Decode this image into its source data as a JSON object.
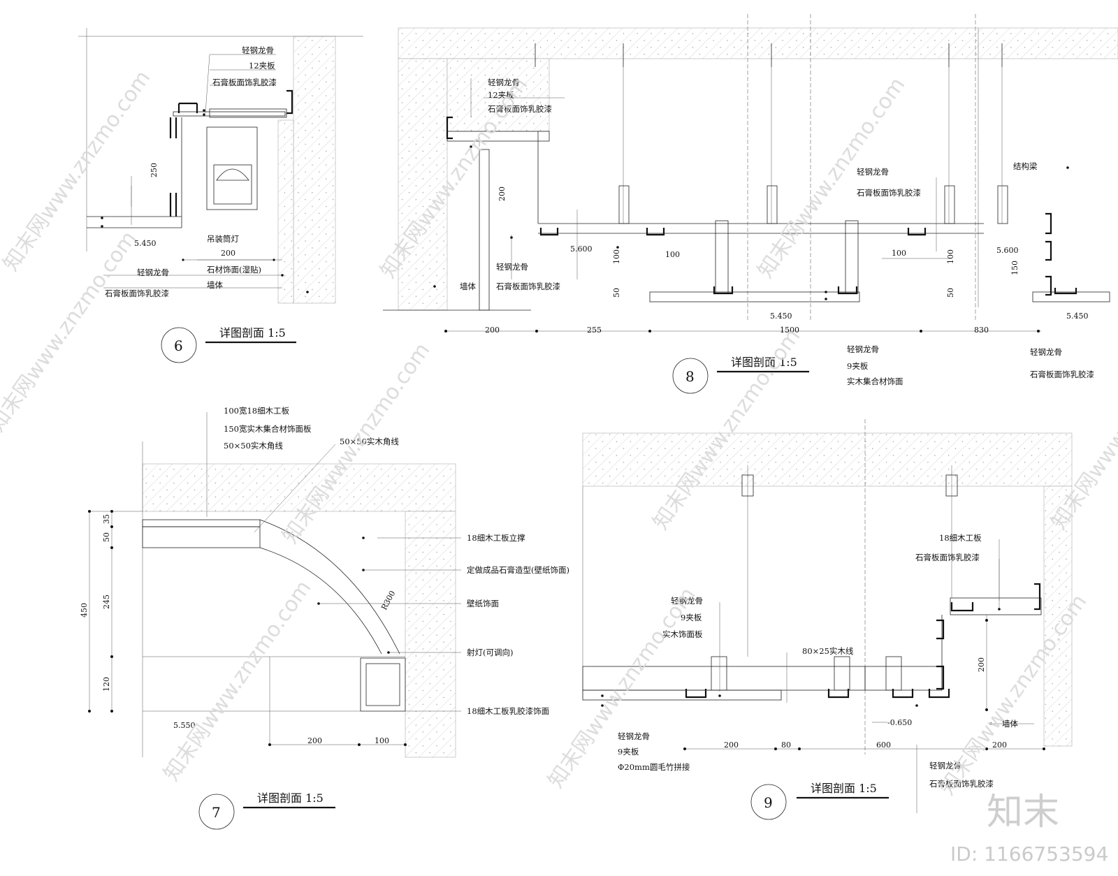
{
  "watermark": {
    "text": "知末网www.znzmo.com",
    "brand": "知末",
    "id": "ID: 1166753594"
  },
  "detail6": {
    "number": "6",
    "title": "详图剖面 1:5",
    "labels": [
      "轻钢龙骨",
      "12夹板",
      "石膏板面饰乳胶漆",
      "吊装筒灯",
      "石材饰面(湿贴)",
      "墙体",
      "轻钢龙骨",
      "石膏板面饰乳胶漆"
    ],
    "dims": [
      "250",
      "200",
      "5.450"
    ]
  },
  "detail7": {
    "number": "7",
    "title": "详图剖面 1:5",
    "labels": [
      "100宽18细木工板",
      "150宽实木集合材饰面板",
      "50×50实木角线",
      "50×50实木角线",
      "18细木工板立撑",
      "定做成品石膏造型(壁纸饰面)",
      "壁纸饰面",
      "射灯(可调向)",
      "18细木工板乳胶漆饰面"
    ],
    "dims": [
      "35",
      "50",
      "245",
      "120",
      "450",
      "200",
      "100",
      "5.550",
      "R300"
    ]
  },
  "detail8": {
    "number": "8",
    "title": "详图剖面 1:5",
    "labels": [
      "轻钢龙骨",
      "12夹板",
      "石膏板面饰乳胶漆",
      "墙体",
      "轻钢龙骨",
      "石膏板面饰乳胶漆",
      "轻钢龙骨",
      "石膏板面饰乳胶漆",
      "结构梁",
      "轻钢龙骨",
      "9夹板",
      "实木集合材饰面",
      "轻钢龙骨",
      "石膏板面饰乳胶漆"
    ],
    "dims": [
      "200",
      "5.600",
      "100",
      "100",
      "50",
      "100",
      "100",
      "50",
      "5.600",
      "150",
      "5.450",
      "5.450",
      "200",
      "255",
      "1500",
      "830"
    ]
  },
  "detail9": {
    "number": "9",
    "title": "详图剖面 1:5",
    "labels": [
      "轻钢龙骨",
      "9夹板",
      "实木饰面板",
      "80×25实木线",
      "18细木工板",
      "石膏板面饰乳胶漆",
      "墙体",
      "轻钢龙骨",
      "9夹板",
      "Φ20mm圆毛竹拼接",
      "轻钢龙骨",
      "石膏板面饰乳胶漆"
    ],
    "dims": [
      "200",
      "200",
      "80",
      "600",
      "200",
      "-0.650"
    ]
  }
}
